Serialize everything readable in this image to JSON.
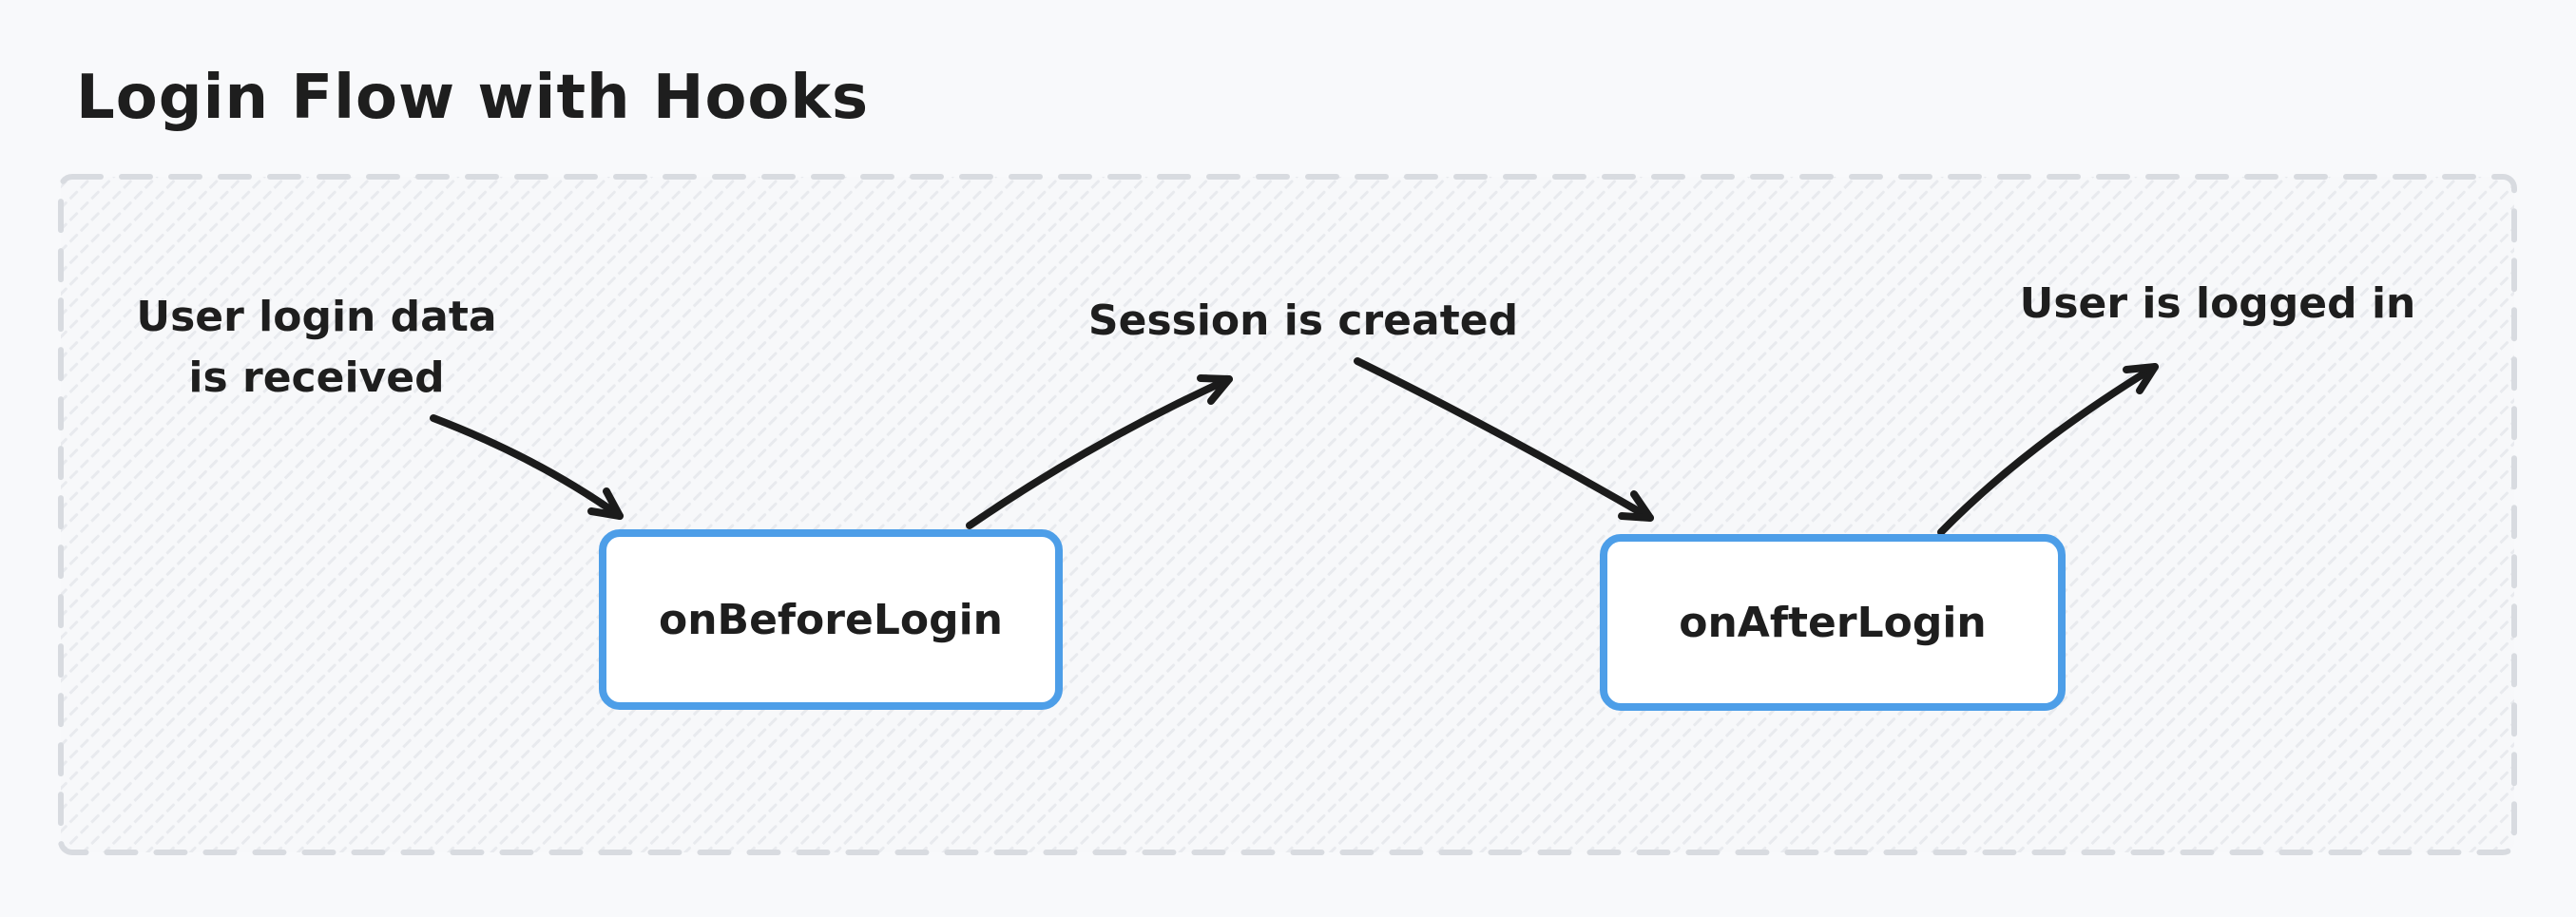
{
  "title": "Login Flow with Hooks",
  "nodes": [
    {
      "label": "onBeforeLogin"
    },
    {
      "label": "onAfterLogin"
    }
  ],
  "annotations": [
    {
      "lines": [
        "User login data",
        "is received"
      ]
    },
    {
      "lines": [
        "Session is created"
      ]
    },
    {
      "lines": [
        "User is logged in"
      ]
    }
  ],
  "edges": [
    {
      "from": "User login data is received",
      "to": "onBeforeLogin"
    },
    {
      "from": "onBeforeLogin",
      "to": "Session is created"
    },
    {
      "from": "Session is created",
      "to": "onAfterLogin"
    },
    {
      "from": "onAfterLogin",
      "to": "User is logged in"
    }
  ],
  "colors": {
    "background": "#f8f9fb",
    "frame_border": "#d8dbe0",
    "hatch": "#e8eaee",
    "node_border": "#4d9ee8",
    "node_fill": "#ffffff",
    "arrow_stroke": "#1b1b1b",
    "text": "#1e1e1e"
  }
}
